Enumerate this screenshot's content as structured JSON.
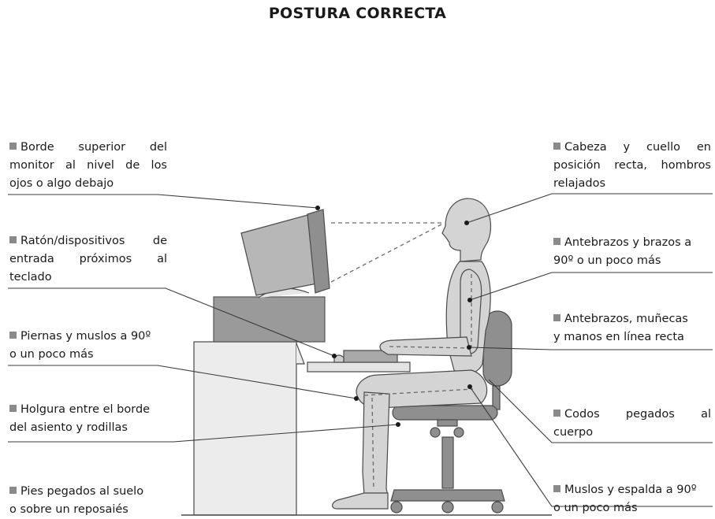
{
  "title": "POSTURA CORRECTA",
  "labels": {
    "monitor": [
      "Borde superior del",
      "monitor al nivel de los",
      "ojos o algo debajo"
    ],
    "raton": [
      "Ratón/dispositivos de",
      "entrada próximos al",
      "teclado"
    ],
    "piernas": [
      "Piernas y muslos a 90º",
      "o un poco más"
    ],
    "holgura": [
      "Holgura entre el borde",
      "del asiento y rodillas"
    ],
    "pies": [
      "Pies pegados al suelo",
      "o sobre un reposaiés"
    ],
    "cabeza": [
      "Cabeza y cuello en",
      "posición recta, hombros",
      "relajados"
    ],
    "antebrazos90": [
      "Antebrazos y brazos a",
      "90º o un poco más"
    ],
    "antebrazos_linea": [
      "Antebrazos, muñecas",
      "y manos en línea recta"
    ],
    "codos": [
      "Codos pegados al",
      "cuerpo"
    ],
    "muslos": [
      "Muslos y espalda a 90º",
      "o un poco más"
    ]
  },
  "colors": {
    "figure": "#d4d4d4",
    "dark": "#8f8f8f",
    "outline": "#4a4a4a",
    "marker": "#9a9a9a"
  }
}
